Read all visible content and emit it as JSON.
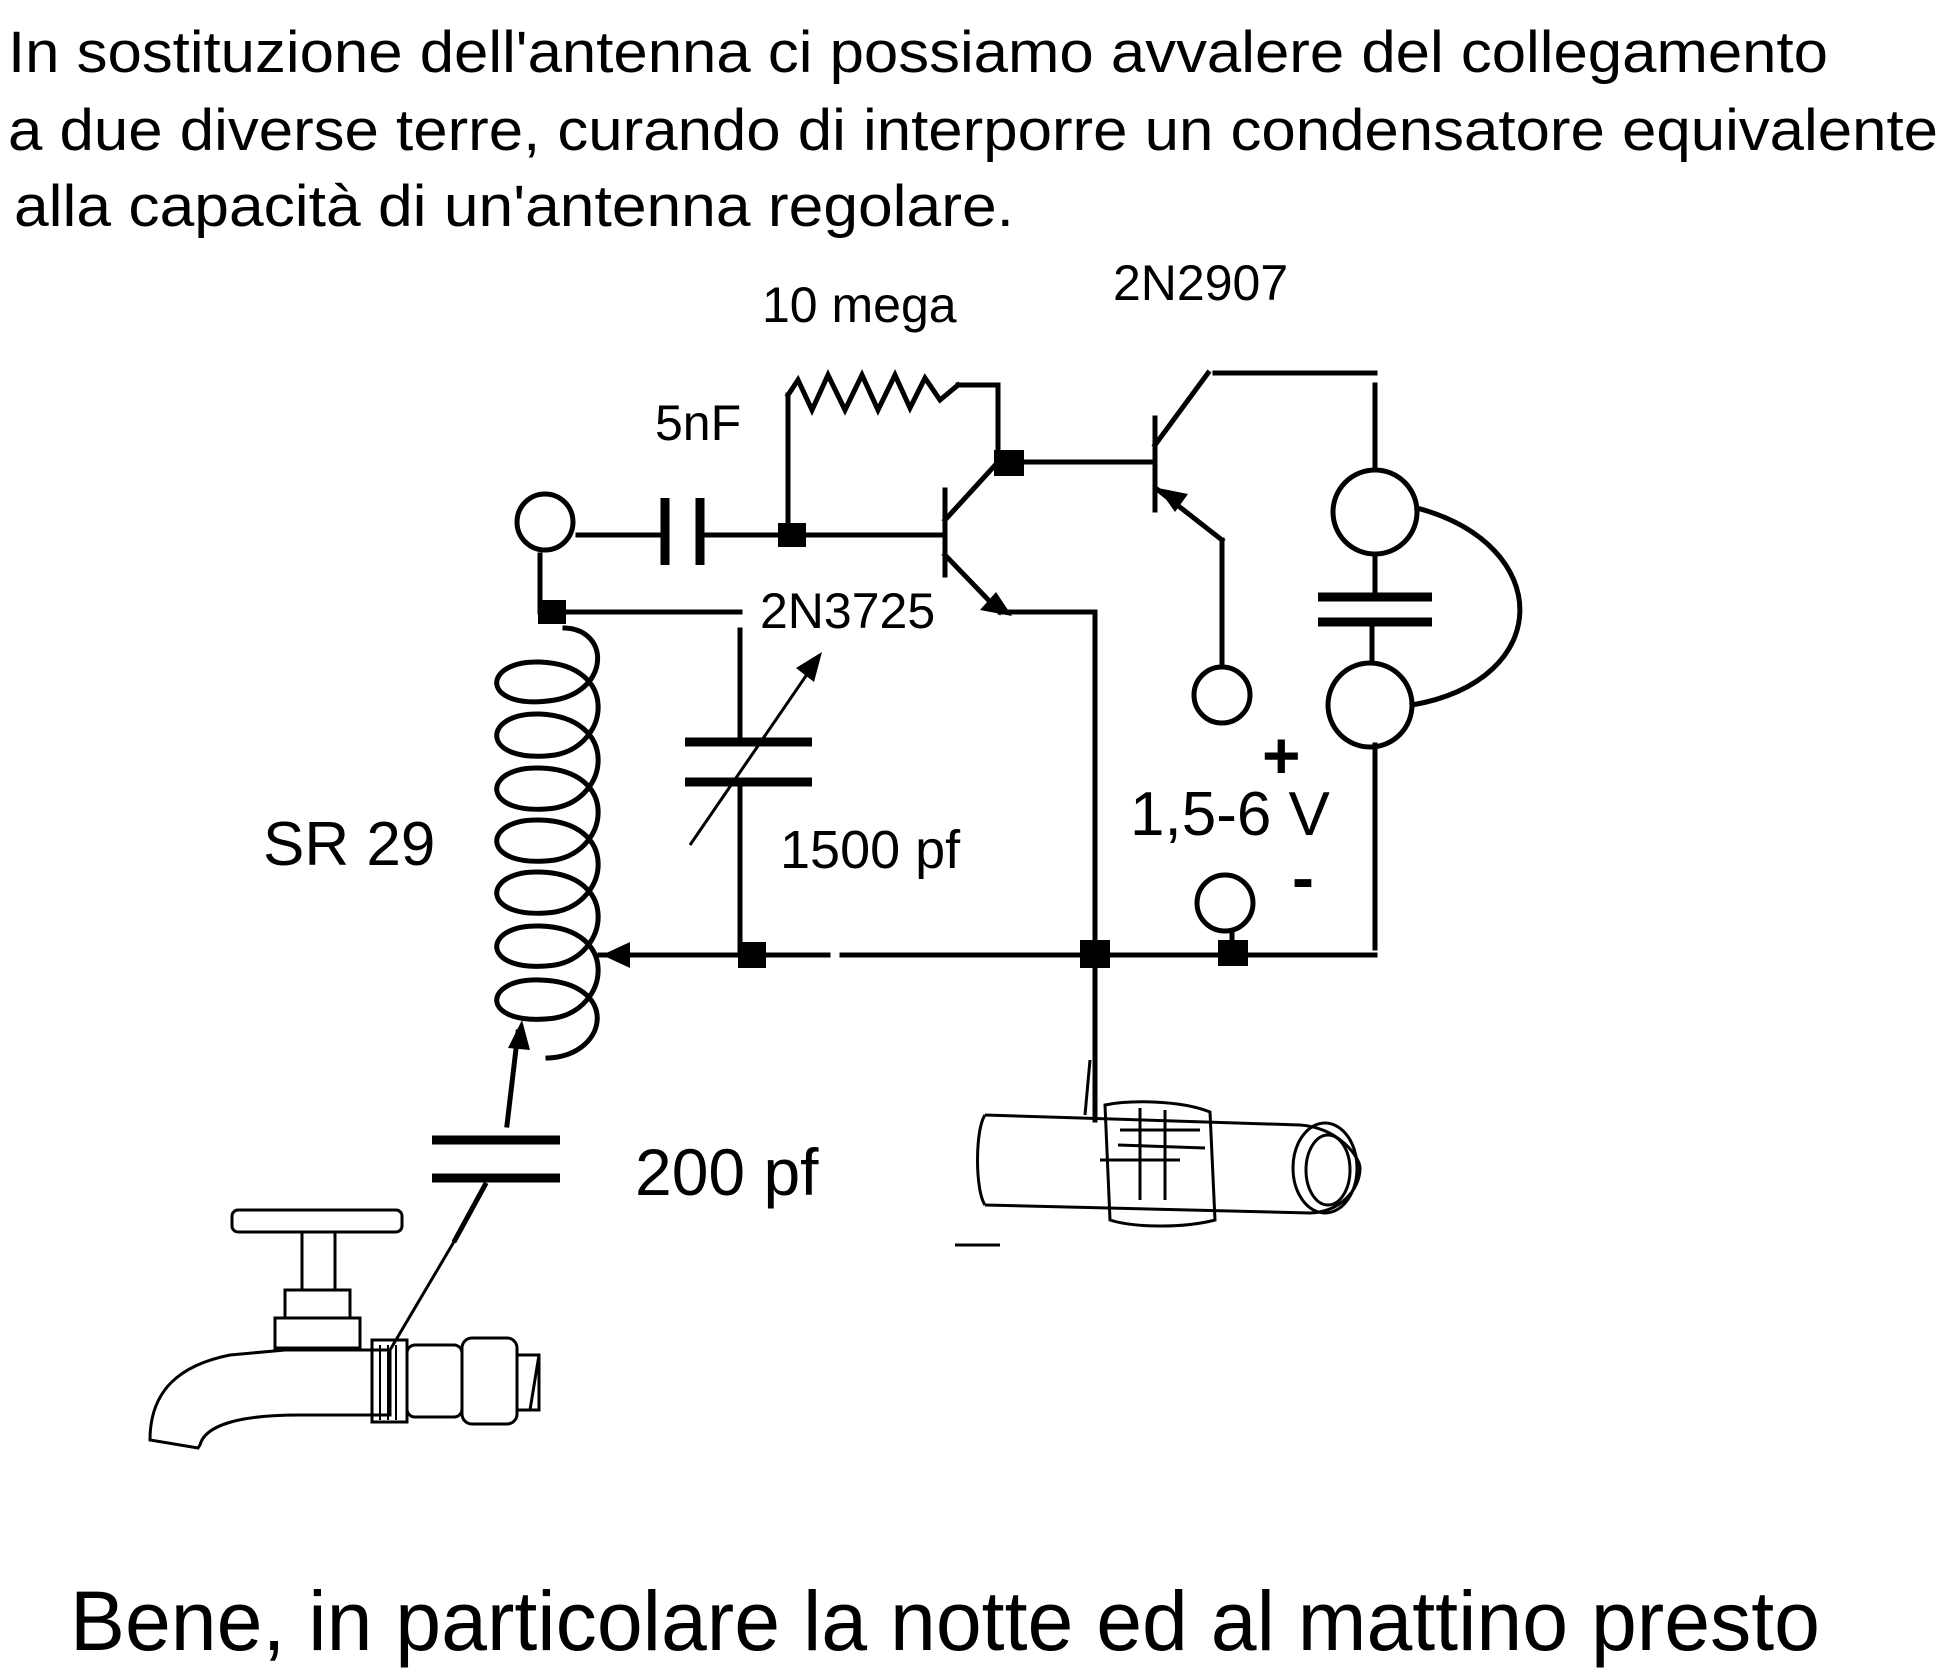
{
  "heading": {
    "line1": "In sostituzione dell'antenna ci possiamo avvalere del collegamento",
    "line2": "a due diverse terre, curando di interporre un condensatore equivalente",
    "line3": " alla capacità di un'antenna regolare."
  },
  "labels": {
    "resistor": "10 mega",
    "transistor_pnp": "2N2907",
    "capacitor_coupling": "5nF",
    "transistor_npn": "2N3725",
    "coil": "SR 29",
    "capacitor_variable": "1500 pf",
    "capacitor_ground": "200 pf",
    "supply_voltage": "1,5-6 V",
    "plus": "+",
    "minus": "-"
  },
  "footer": "Bene, in particolare la notte ed al mattino presto"
}
